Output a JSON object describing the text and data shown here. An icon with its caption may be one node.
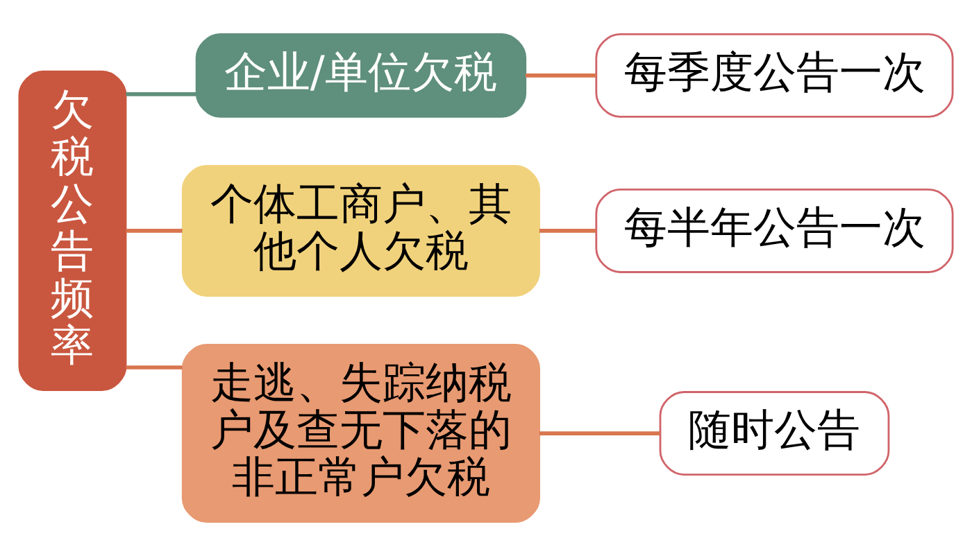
{
  "diagram": {
    "nodes": [
      {
        "text": [
          "欠税公告频率"
        ]
      },
      {
        "text": [
          "企业/单位欠税"
        ]
      },
      {
        "text": [
          "每季度公告一次"
        ]
      },
      {
        "text": [
          "个体工商户、其他个人欠税"
        ]
      },
      {
        "text": [
          "每半年公告一次"
        ]
      },
      {
        "text": [
          "走逃、失踪纳税户及查无下落的非正常户欠税"
        ]
      },
      {
        "text": [
          "随时公告"
        ]
      }
    ],
    "edges": [
      {
        "from": 0,
        "to": 1,
        "arrow": "none",
        "color": "#5f8f7d"
      },
      {
        "from": 0,
        "to": 3,
        "arrow": "none"
      },
      {
        "from": 0,
        "to": 5,
        "arrow": "none"
      },
      {
        "from": 1,
        "to": 2,
        "arrow": "none"
      },
      {
        "from": 3,
        "to": 4,
        "arrow": "none"
      },
      {
        "from": 5,
        "to": 6,
        "arrow": "none"
      }
    ]
  }
}
